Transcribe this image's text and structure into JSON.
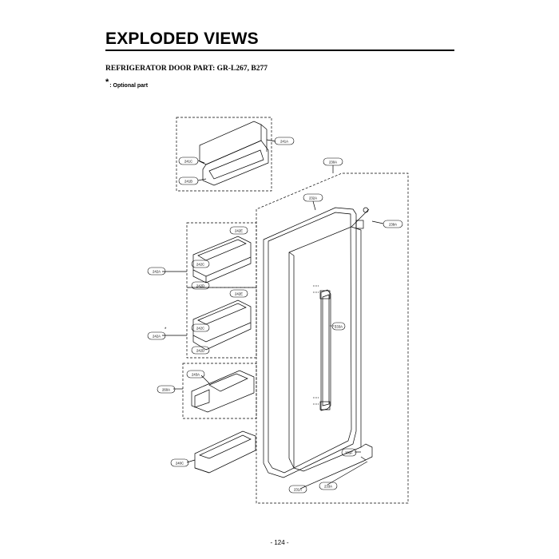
{
  "header": {
    "title": "EXPLODED VIEWS",
    "subtitle": "REFRIGERATOR DOOR PART: GR-L267, B277",
    "note_marker": "*",
    "note_text": ": Optional part"
  },
  "callouts": {
    "c241A": "241A",
    "c241C": "241C",
    "c241B": "241B",
    "c230A": "230A",
    "c232A": "232A",
    "c239A": "239A",
    "c242E_1": "242E",
    "c242C_1": "242C",
    "c242A_1": "242A",
    "c242D_1": "242D",
    "c242E_2": "242E",
    "c242C_2": "242C",
    "c242A_2": "242A",
    "c242D_2": "242D",
    "c243A": "243A",
    "c260A": "260A",
    "c240C": "240C",
    "c233A": "233A",
    "c205F": "205F",
    "c231A": "231A",
    "c233A_2": "233A"
  },
  "footer": {
    "page_number": "- 124 -"
  }
}
